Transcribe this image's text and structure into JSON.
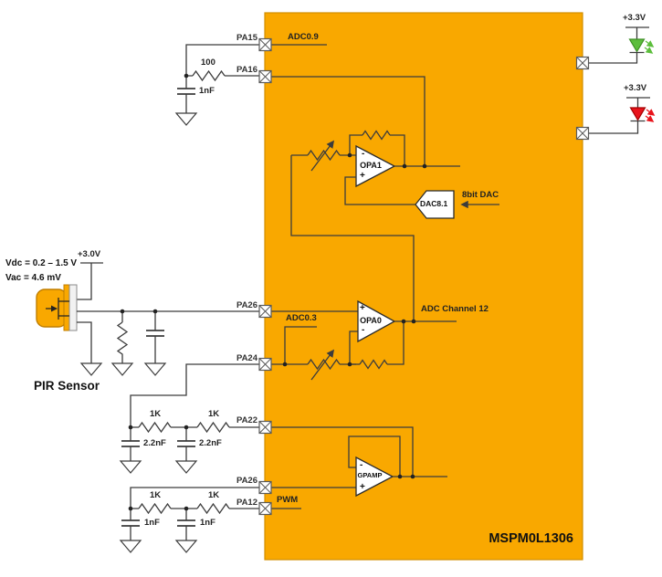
{
  "chip": {
    "name": "MSPM0L1306"
  },
  "pins": {
    "pa15": "PA15",
    "pa16": "PA16",
    "opa0_inp": "PA26",
    "pa24": "PA24",
    "pa22": "PA22",
    "gpamp_inp": "PA26",
    "pa12": "PA12"
  },
  "internal": {
    "adc09": "ADC0.9",
    "adc03": "ADC0.3",
    "adc_channel": "ADC Channel 12",
    "pwm": "PWM",
    "opa1": "OPA1",
    "opa0": "OPA0",
    "gpamp": "GPAMP",
    "dac": "DAC8.1",
    "dac_bus": "8bit DAC",
    "plus": "+",
    "minus": "-"
  },
  "supplies": {
    "v33": "+3.3V",
    "v30": "+3.0V"
  },
  "pir": {
    "title": "PIR Sensor",
    "vdc": "Vdc = 0.2 – 1.5 V",
    "vac": "Vac = 4.6 mV"
  },
  "components": {
    "r100": "100",
    "r1k": "1K",
    "c1nf": "1nF",
    "c22nf": "2.2nF"
  },
  "colors": {
    "chip": "#F9A800",
    "chip_border": "#D18E00",
    "wire": "#3C3C3C",
    "green": "#5CBE3C",
    "green_dark": "#3E8F24",
    "red": "#E8131B",
    "red_dark": "#A30000"
  }
}
